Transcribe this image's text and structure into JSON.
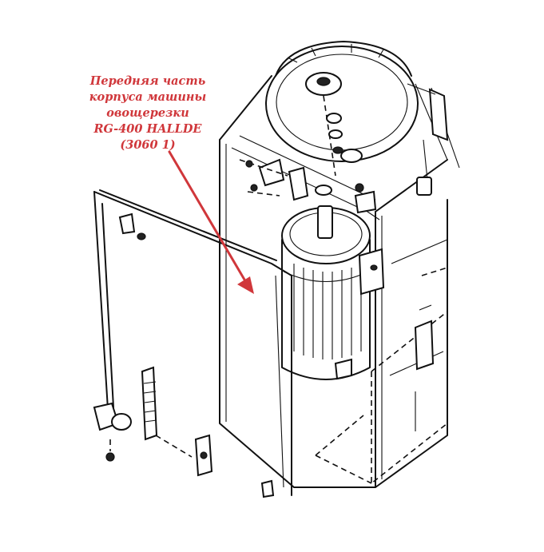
{
  "caption": {
    "lines": [
      "Передняя часть",
      "корпуса машины",
      "овощерезки",
      "RG-400 HALLDE",
      "(3060 1)"
    ]
  },
  "colors": {
    "accent": "#d0373b",
    "line": "#111111",
    "background": "#ffffff"
  },
  "icons": {
    "pointer": "red-arrow-icon"
  }
}
